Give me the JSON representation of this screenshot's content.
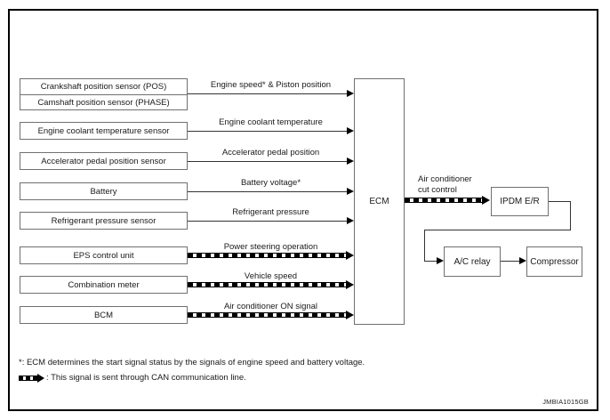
{
  "colors": {
    "frame_border": "#000000",
    "box_border": "#707070",
    "line": "#333333",
    "arrow": "#000000"
  },
  "inputs": [
    {
      "box": [
        "Crankshaft position sensor (POS)",
        "Camshaft position sensor (PHASE)"
      ],
      "signal": "Engine speed* & Piston position",
      "can": false
    },
    {
      "box": [
        "Engine coolant temperature sensor"
      ],
      "signal": "Engine coolant temperature",
      "can": false
    },
    {
      "box": [
        "Accelerator pedal position sensor"
      ],
      "signal": "Accelerator pedal position",
      "can": false
    },
    {
      "box": [
        "Battery"
      ],
      "signal": "Battery voltage*",
      "can": false
    },
    {
      "box": [
        "Refrigerant pressure sensor"
      ],
      "signal": "Refrigerant pressure",
      "can": false
    },
    {
      "box": [
        "EPS control unit"
      ],
      "signal": "Power steering operation",
      "can": true
    },
    {
      "box": [
        "Combination meter"
      ],
      "signal": "Vehicle speed",
      "can": true
    },
    {
      "box": [
        "BCM"
      ],
      "signal": "Air conditioner ON signal",
      "can": true
    }
  ],
  "ecm": {
    "label": "ECM"
  },
  "output": {
    "cut_control_line1": "Air conditioner",
    "cut_control_line2": "cut control",
    "ipdm": "IPDM E/R",
    "ac_relay": "A/C relay",
    "compressor": "Compressor",
    "can": true
  },
  "footnotes": {
    "asterisk": "*: ECM determines the start signal status by the signals of engine speed and battery voltage.",
    "can_legend": ": This signal is sent through CAN communication line."
  },
  "watermark": "JMBIA1015GB"
}
